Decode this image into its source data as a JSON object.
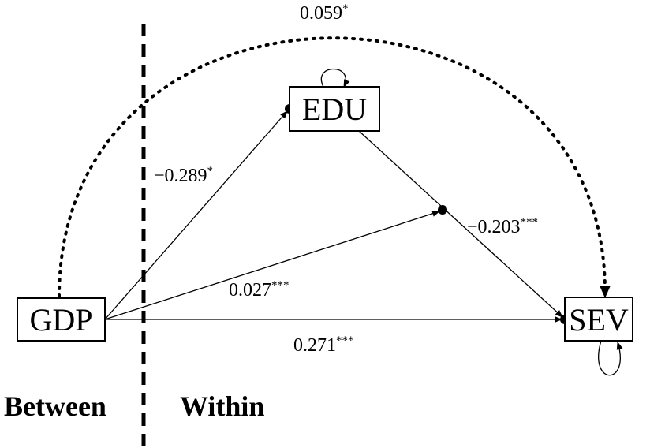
{
  "nodes": {
    "gdp": "GDP",
    "edu": "EDU",
    "sev": "SEV"
  },
  "paths": {
    "gdp_sev_between": {
      "value": "0.059",
      "sig": "*"
    },
    "gdp_edu": {
      "value": "−0.289",
      "sig": "*"
    },
    "edu_sev": {
      "value": "−0.203",
      "sig": "***"
    },
    "gdp_moderation": {
      "value": "0.027",
      "sig": "***"
    },
    "gdp_sev": {
      "value": "0.271",
      "sig": "***"
    }
  },
  "sections": {
    "between": "Between",
    "within": "Within"
  }
}
